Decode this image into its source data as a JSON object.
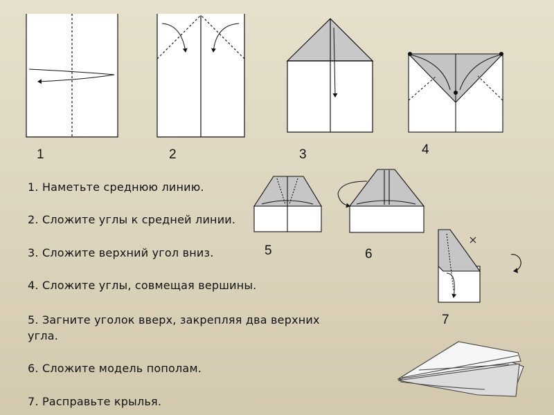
{
  "diagram": {
    "step_labels": [
      "1",
      "2",
      "3",
      "4",
      "5",
      "6",
      "7"
    ],
    "instructions": [
      "1. Наметьте среднюю линию.",
      "2. Сложите углы к средней линии.",
      "3. Сложите верхний угол вниз.",
      "4. Сложите углы, совмещая вершины.",
      "5. Загните уголок вверх, закрепляя два верхних угла.",
      "6. Сложите модель пополам.",
      "7. Расправьте крылья."
    ],
    "colors": {
      "background": "#ddd6bf",
      "paper": "#ffffff",
      "fold": "#c9c9c9",
      "line": "#1a1a1a"
    }
  }
}
